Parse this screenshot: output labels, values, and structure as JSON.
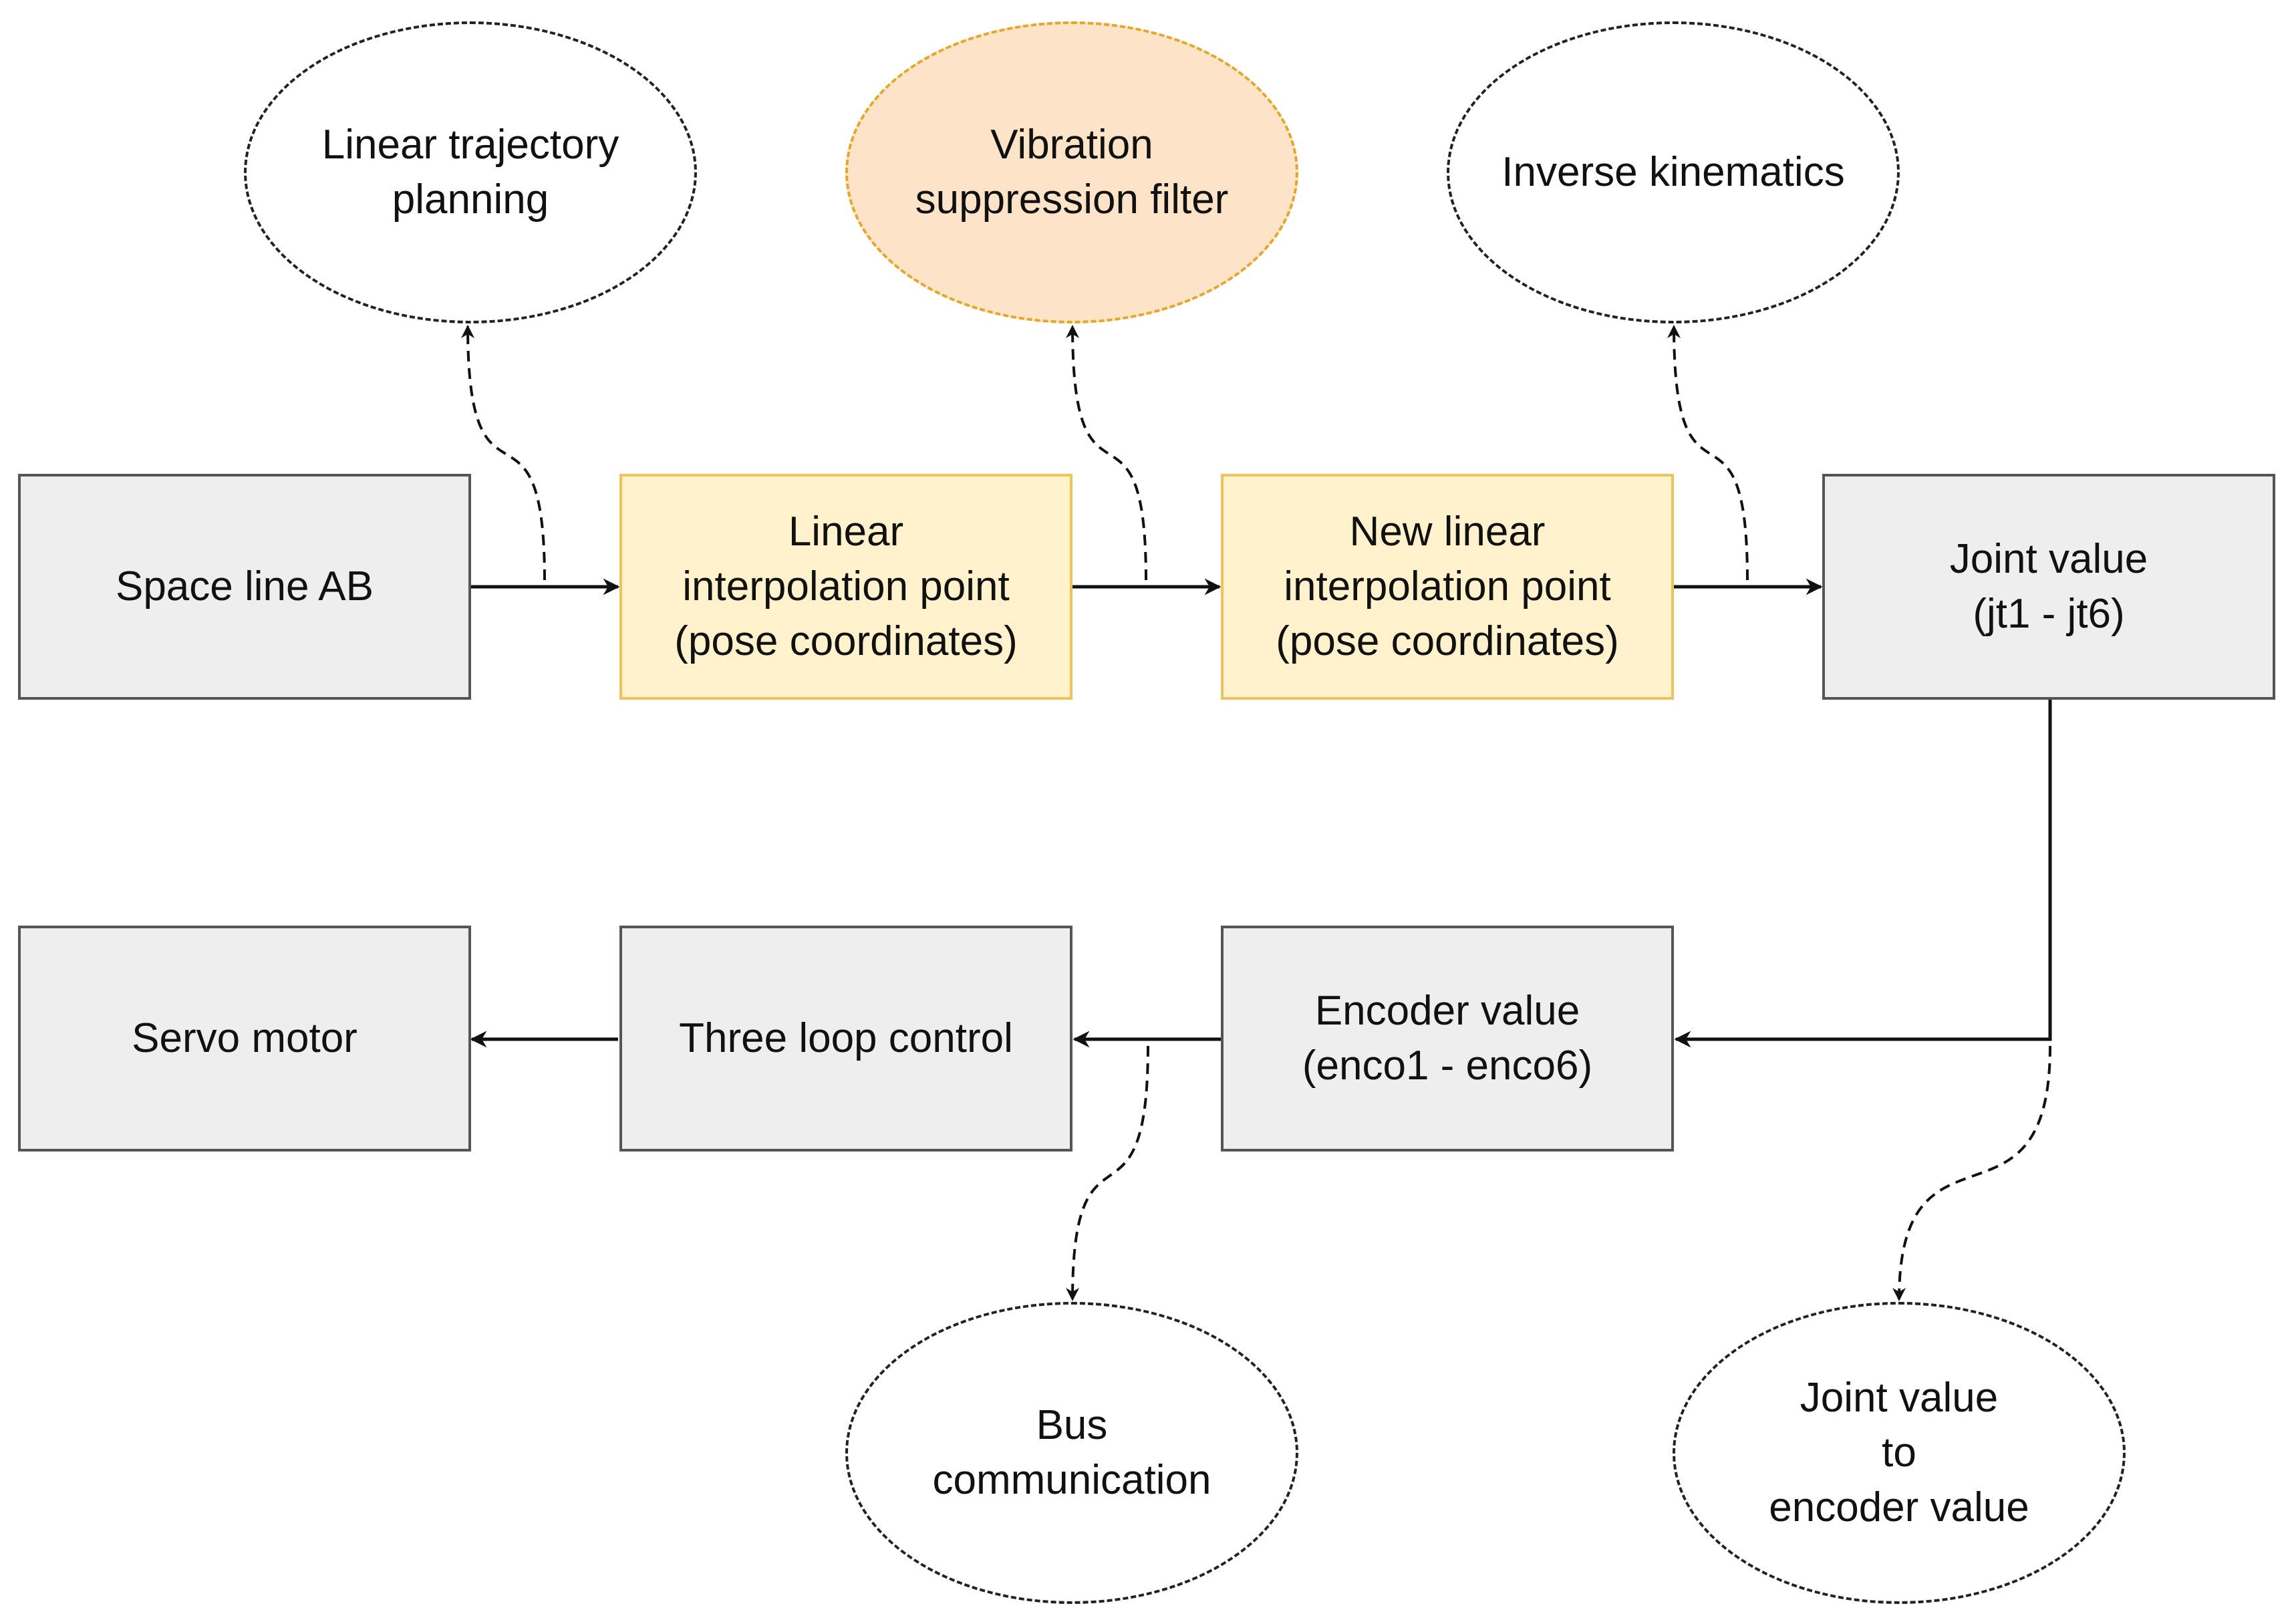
{
  "colors": {
    "box_fill": "#eeeeee",
    "box_stroke": "#555555",
    "highlight_box_fill": "#fff2cc",
    "highlight_box_stroke": "#f0c35a",
    "highlight_oval_fill": "#fde4c8",
    "highlight_oval_stroke": "#e3a82a",
    "line": "#111111"
  },
  "boxes": {
    "space_line": "Space line AB",
    "linear_interp": "Linear\ninterpolation point\n(pose coordinates)",
    "new_linear_interp": "New linear\ninterpolation point\n(pose coordinates)",
    "joint_value": "Joint value\n(jt1 - jt6)",
    "encoder_value": "Encoder value\n(enco1 - enco6)",
    "three_loop": "Three loop control",
    "servo_motor": "Servo motor"
  },
  "ovals": {
    "linear_trajectory": "Linear trajectory\nplanning",
    "vibration_filter": "Vibration\nsuppression filter",
    "inverse_kinematics": "Inverse kinematics",
    "bus_communication": "Bus\ncommunication",
    "joint_to_encoder": "Joint value\nto\nencoder value"
  }
}
